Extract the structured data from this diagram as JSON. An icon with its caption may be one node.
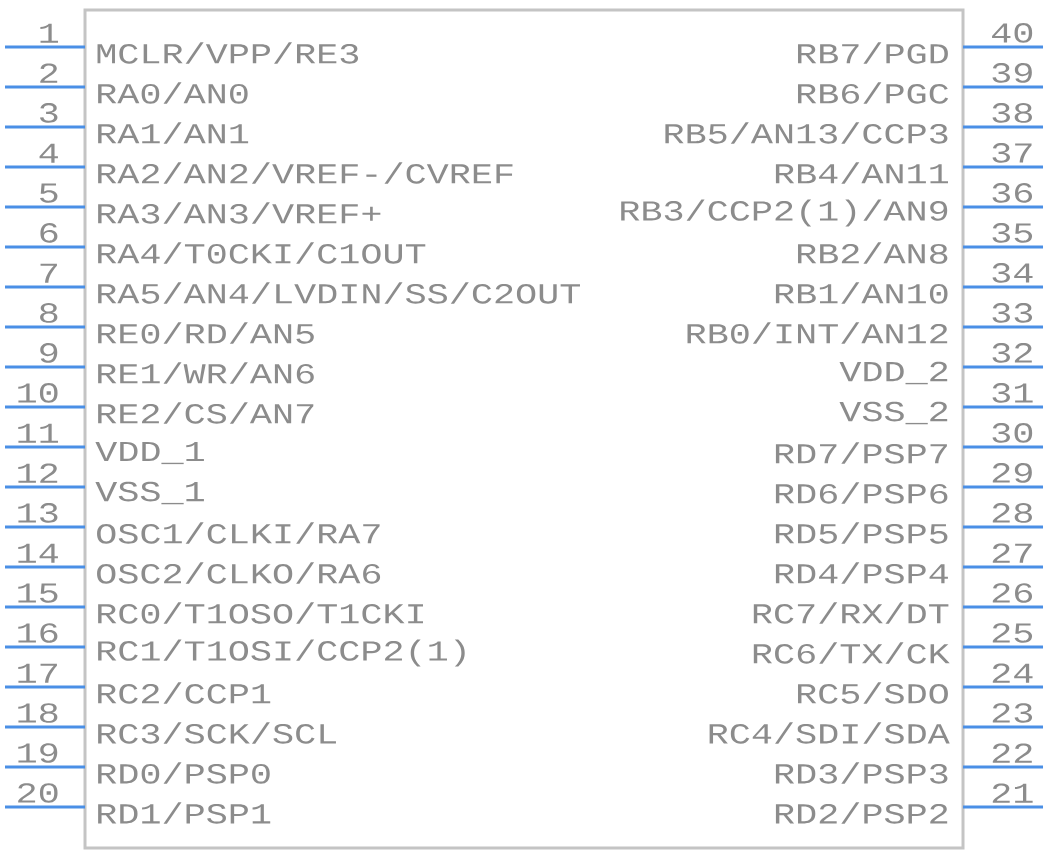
{
  "diagram": {
    "nodes": [
      {
        "text": [],
        "shape": "box"
      }
    ],
    "labels": [
      "1",
      "MCLR/VPP/RE3",
      "2",
      "RA0/AN0",
      "3",
      "RA1/AN1",
      "4",
      "RA2/AN2/VREF-/CVREF",
      "5",
      "RA3/AN3/VREF+",
      "6",
      "RA4/T0CKI/C1OUT",
      "7",
      "RA5/AN4/LVDIN/SS/C2OUT",
      "8",
      "RE0/RD/AN5",
      "9",
      "RE1/WR/AN6",
      "10",
      "RE2/CS/AN7",
      "11",
      "VDD_1",
      "12",
      "VSS_1",
      "13",
      "OSC1/CLKI/RA7",
      "14",
      "OSC2/CLKO/RA6",
      "15",
      "RC0/T1OSO/T1CKI",
      "16",
      "RC1/T1OSI/CCP2(1)",
      "17",
      "RC2/CCP1",
      "18",
      "RC3/SCK/SCL",
      "19",
      "RD0/PSP0",
      "20",
      "RD1/PSP1",
      "21",
      "RD2/PSP2",
      "22",
      "RD3/PSP3",
      "23",
      "RC4/SDI/SDA",
      "24",
      "RC5/SDO",
      "25",
      "RC6/TX/CK",
      "26",
      "RC7/RX/DT",
      "27",
      "RD4/PSP4",
      "28",
      "RD5/PSP5",
      "29",
      "RD6/PSP6",
      "30",
      "RD7/PSP7",
      "31",
      "VSS_2",
      "32",
      "VDD_2",
      "33",
      "RB0/INT/AN12",
      "34",
      "RB1/AN10",
      "35",
      "RB2/AN8",
      "36",
      "RB3/CCP2(1)/AN9",
      "37",
      "RB4/AN11",
      "38",
      "RB5/AN13/CCP3",
      "39",
      "RB6/PGC",
      "40",
      "RB7/PGD"
    ]
  }
}
